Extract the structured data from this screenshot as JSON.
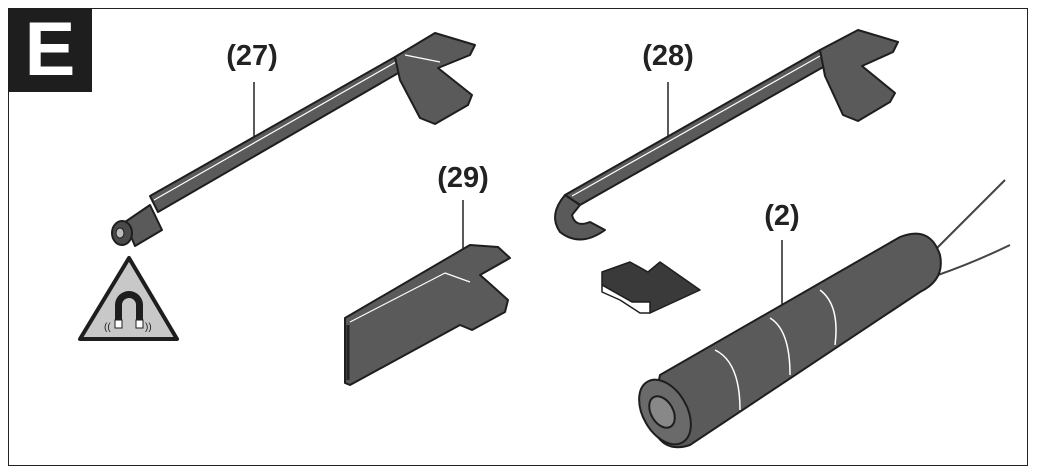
{
  "figure": {
    "panel_letter": "E",
    "labels": {
      "magnet_attachment": "(27)",
      "hook_attachment": "(28)",
      "mirror_attachment": "(29)",
      "camera_head": "(2)"
    },
    "warning_symbol": "magnet-warning-icon",
    "colors": {
      "part_fill": "#5a5a5a",
      "part_dark": "#3a3a3a",
      "highlight": "#ffffff",
      "warning_bg": "#c8c8c8"
    }
  }
}
